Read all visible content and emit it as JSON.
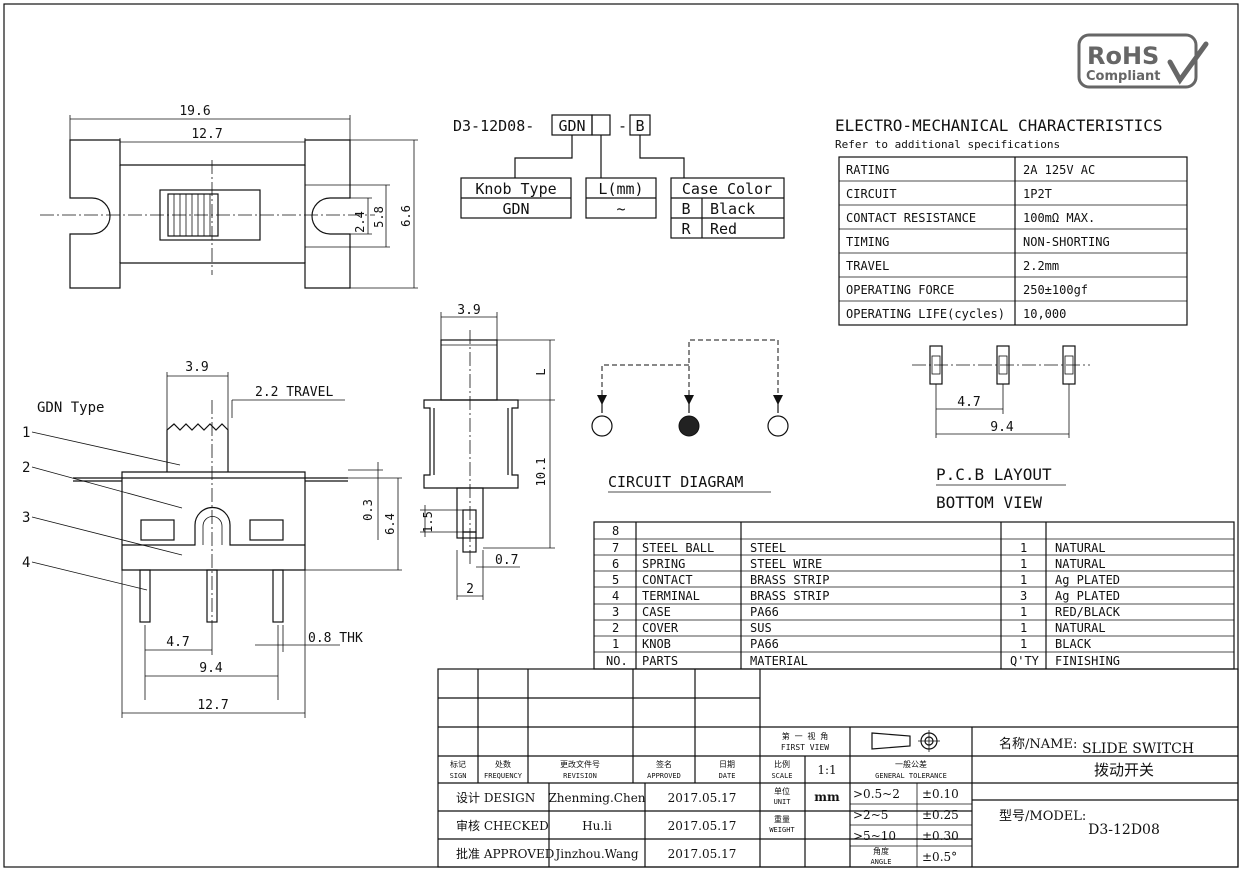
{
  "model_code": {
    "prefix": "D3-12D08-",
    "knob_code": "GDN",
    "dash": "-",
    "color_code": "B"
  },
  "legend": {
    "knob_type": {
      "header": "Knob Type",
      "value": "GDN"
    },
    "length": {
      "header": "L(mm)",
      "value": "~"
    },
    "case_color": {
      "header": "Case Color",
      "rows": [
        {
          "code": "B",
          "name": "Black"
        },
        {
          "code": "R",
          "name": "Red"
        }
      ]
    }
  },
  "rohs": {
    "line1": "RoHS",
    "line2": "Compliant"
  },
  "characteristics": {
    "title": "ELECTRO-MECHANICAL CHARACTERISTICS",
    "subtitle": "Refer to additional specifications",
    "rows": [
      {
        "label": "RATING",
        "value": "2A 125V AC"
      },
      {
        "label": "CIRCUIT",
        "value": "1P2T"
      },
      {
        "label": "CONTACT RESISTANCE",
        "value": "100mΩ MAX."
      },
      {
        "label": "TIMING",
        "value": "NON-SHORTING"
      },
      {
        "label": "TRAVEL",
        "value": "2.2mm"
      },
      {
        "label": "OPERATING FORCE",
        "value": "250±100gf"
      },
      {
        "label": "OPERATING LIFE(cycles)",
        "value": "10,000"
      }
    ]
  },
  "top_view": {
    "dim_overall": "19.6",
    "dim_body": "12.7",
    "dim_slot": "2.4",
    "dim_height": "5.8",
    "dim_total": "6.6"
  },
  "front_view": {
    "type_label": "GDN Type",
    "dim_knob": "3.9",
    "travel": "2.2 TRAVEL",
    "dim_cover": "0.3",
    "dim_body": "6.4",
    "dim_pitch": "4.7",
    "dim_span": "9.4",
    "dim_width": "12.7",
    "thk": "0.8 THK",
    "callouts": [
      "1",
      "2",
      "3",
      "4"
    ]
  },
  "side_view": {
    "dim_knob": "3.9",
    "dim_l": "L",
    "dim_total": "10.1",
    "dim_pin_len": "1.5",
    "dim_pin_w": "0.7",
    "dim_pin": "2"
  },
  "circuit": {
    "label": "CIRCUIT DIAGRAM"
  },
  "pcb": {
    "label": "P.C.B LAYOUT",
    "sublabel": "BOTTOM VIEW",
    "dim_pitch": "4.7",
    "dim_span": "9.4"
  },
  "bom": {
    "header": {
      "no": "NO.",
      "part": "PARTS",
      "material": "MATERIAL",
      "qty": "Q'TY",
      "finish": "FINISHING"
    },
    "rows": [
      {
        "no": "8",
        "part": "",
        "material": "",
        "qty": "",
        "finish": ""
      },
      {
        "no": "7",
        "part": "STEEL BALL",
        "material": "STEEL",
        "qty": "1",
        "finish": "NATURAL"
      },
      {
        "no": "6",
        "part": "SPRING",
        "material": "STEEL WIRE",
        "qty": "1",
        "finish": "NATURAL"
      },
      {
        "no": "5",
        "part": "CONTACT",
        "material": "BRASS STRIP",
        "qty": "1",
        "finish": "Ag PLATED"
      },
      {
        "no": "4",
        "part": "TERMINAL",
        "material": "BRASS STRIP",
        "qty": "3",
        "finish": "Ag PLATED"
      },
      {
        "no": "3",
        "part": "CASE",
        "material": "PA66",
        "qty": "1",
        "finish": "RED/BLACK"
      },
      {
        "no": "2",
        "part": "COVER",
        "material": "SUS",
        "qty": "1",
        "finish": "NATURAL"
      },
      {
        "no": "1",
        "part": "KNOB",
        "material": "PA66",
        "qty": "1",
        "finish": "BLACK"
      }
    ]
  },
  "title_block": {
    "rev_headers": [
      {
        "cn": "标记",
        "en": "SIGN"
      },
      {
        "cn": "处数",
        "en": "FREQUENCY"
      },
      {
        "cn": "更改文件号",
        "en": "REVISION"
      },
      {
        "cn": "签名",
        "en": "APPROVED"
      },
      {
        "cn": "日期",
        "en": "DATE"
      }
    ],
    "people": [
      {
        "role": "设计 DESIGN",
        "name": "Zhenming.Chen",
        "date": "2017.05.17"
      },
      {
        "role": "审核 CHECKED",
        "name": "Hu.li",
        "date": "2017.05.17"
      },
      {
        "role": "批准 APPROVED",
        "name": "Jinzhou.Wang",
        "date": "2017.05.17"
      }
    ],
    "first_view_cn": "第 一 视 角",
    "first_view_en": "FIRST VIEW",
    "scale_cn": "比例",
    "scale_en": "SCALE",
    "scale_value": "1:1",
    "unit_cn": "单位",
    "unit_en": "UNIT",
    "unit_value": "mm",
    "weight_cn": "重量",
    "weight_en": "WEIGHT",
    "tol_cn": "一般公差",
    "tol_en": "GENERAL TOLERANCE",
    "tolerances": [
      {
        "range": ">0.5~2",
        "tol": "±0.10"
      },
      {
        "range": ">2~5",
        "tol": "±0.25"
      },
      {
        "range": ">5~10",
        "tol": "±0.30"
      },
      {
        "range": "角度 ANGLE",
        "tol": "±0.5°"
      }
    ],
    "angle_cn": "角度",
    "angle_en": "ANGLE",
    "name_label": "名称/NAME:",
    "name_en": "SLIDE SWITCH",
    "name_cn": "拨动开关",
    "model_label": "型号/MODEL:",
    "model_value": "D3-12D08"
  }
}
